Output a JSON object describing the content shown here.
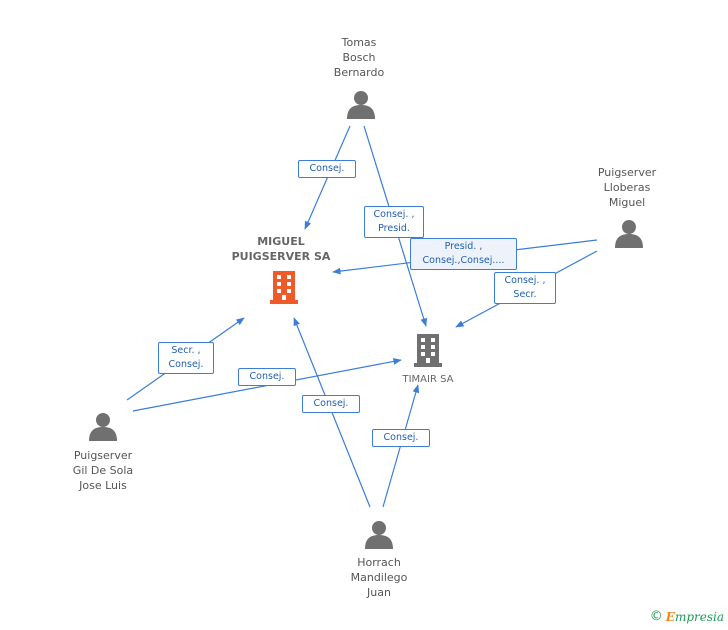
{
  "nodes": {
    "tomas": {
      "label": [
        "Tomas",
        "Bosch",
        "Bernardo"
      ]
    },
    "lloberas": {
      "label": [
        "Puigserver",
        "Lloberas",
        "Miguel"
      ]
    },
    "gil": {
      "label": [
        "Puigserver",
        "Gil De Sola",
        "Jose Luis"
      ]
    },
    "horrach": {
      "label": [
        "Horrach",
        "Mandilego",
        "Juan"
      ]
    },
    "miguel_sa": {
      "label": [
        "MIGUEL",
        "PUIGSERVER SA"
      ]
    },
    "timair": {
      "label": [
        "TIMAIR SA"
      ]
    }
  },
  "edge_labels": {
    "tomas_miguel": [
      "Consej."
    ],
    "tomas_timair": [
      "Consej. ,",
      "Presid."
    ],
    "lloberas_miguel": [
      "Presid. ,",
      "Consej.,Consej...."
    ],
    "lloberas_timair": [
      "Consej. ,",
      "Secr."
    ],
    "gil_miguel": [
      "Secr. ,",
      "Consej."
    ],
    "gil_timair": [
      "Consej."
    ],
    "horrach_miguel": [
      "Consej."
    ],
    "horrach_timair": [
      "Consej."
    ]
  },
  "colors": {
    "edge": "#3b7dd8",
    "person": "#707070",
    "company_main": "#f05a28",
    "company_secondary": "#707070"
  },
  "footer": {
    "copyright": "©",
    "brand_initial": "E",
    "brand_rest": "mpresia"
  }
}
